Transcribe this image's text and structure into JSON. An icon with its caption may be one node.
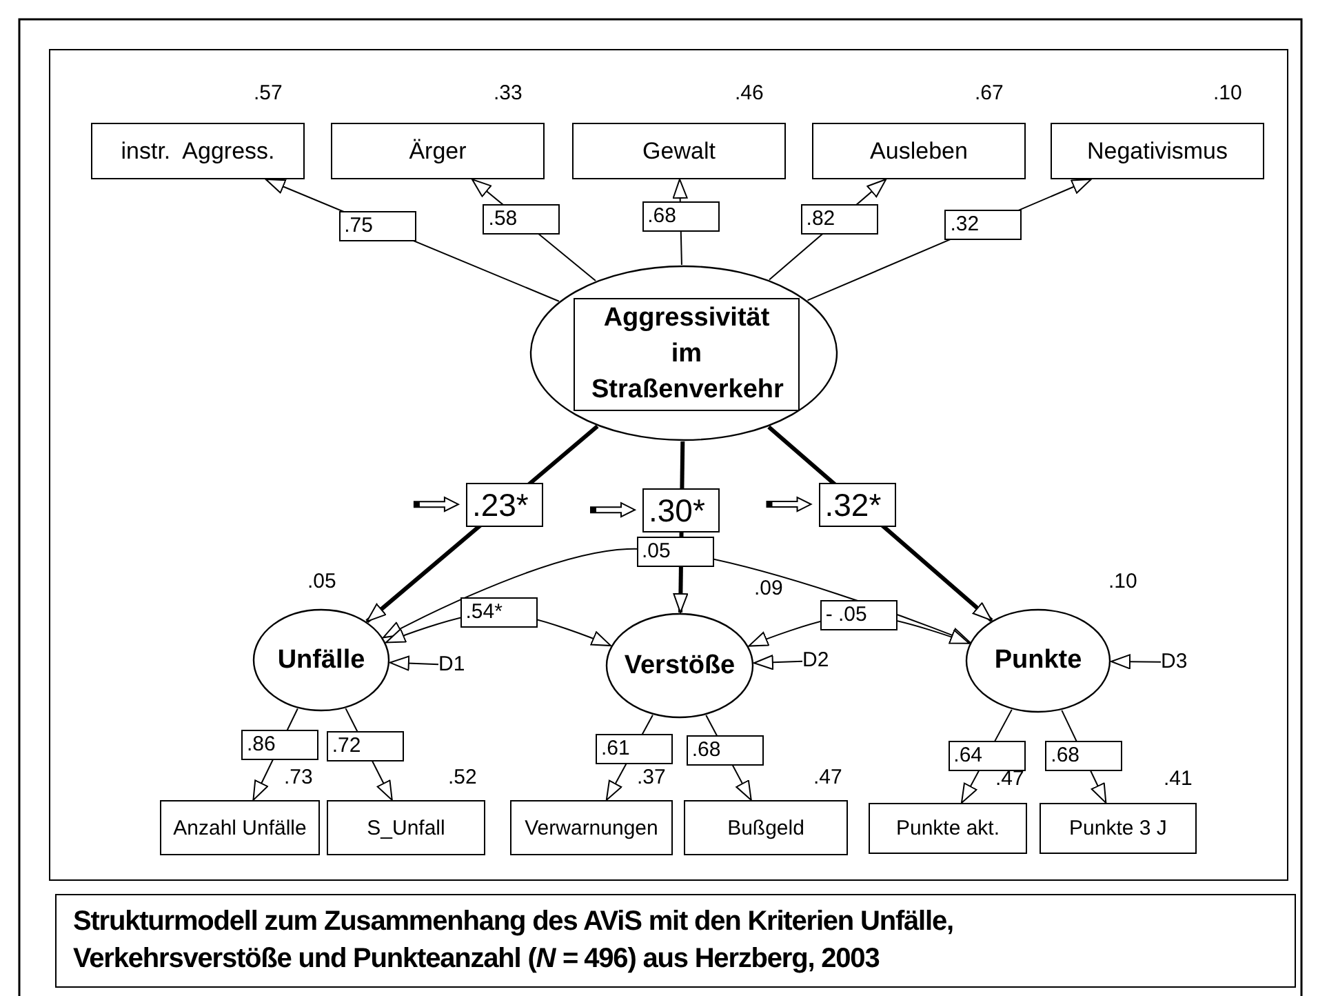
{
  "diagram": {
    "caption": "Strukturmodell zum Zusammenhang des AViS mit den Kriterien Unfälle, Verkehrsverstöße und Punkteanzahl (*N =* 496) aus Herzberg, 2003",
    "nodes": [
      {
        "text": [
          "Aggressivität im Straßenverkehr"
        ]
      },
      {
        "text": [
          "instr.  Aggress."
        ],
        "beside": [
          ".57"
        ]
      },
      {
        "text": [
          "Ärger"
        ],
        "beside": [
          ".33"
        ]
      },
      {
        "text": [
          "Gewalt"
        ],
        "beside": [
          ".46"
        ]
      },
      {
        "text": [
          "Ausleben"
        ],
        "beside": [
          ".67"
        ]
      },
      {
        "text": [
          "Negativismus"
        ],
        "beside": [
          ".10"
        ]
      },
      {
        "text": [
          "Unfälle"
        ],
        "beside": [
          ".05"
        ]
      },
      {
        "text": [
          "Verstöße"
        ],
        "beside": [
          ".09"
        ]
      },
      {
        "text": [
          "Punkte"
        ],
        "beside": [
          ".10"
        ]
      },
      {
        "text": [
          "D1"
        ]
      },
      {
        "text": [
          "D2"
        ]
      },
      {
        "text": [
          "D3"
        ]
      },
      {
        "text": [
          "Anzahl Unfälle"
        ],
        "beside": [
          ".73"
        ]
      },
      {
        "text": [
          "S_Unfall"
        ],
        "beside": [
          ".52"
        ]
      },
      {
        "text": [
          "Verwarnungen"
        ],
        "beside": [
          ".37"
        ]
      },
      {
        "text": [
          "Bußgeld"
        ],
        "beside": [
          ".47"
        ]
      },
      {
        "text": [
          "Punkte akt."
        ],
        "beside": [
          ".47"
        ]
      },
      {
        "text": [
          "Punkte 3 J"
        ],
        "beside": [
          ".41"
        ]
      }
    ],
    "edges": [
      {
        "from": 0,
        "to": 1,
        "arrow": "to",
        "label": ".75"
      },
      {
        "from": 0,
        "to": 2,
        "arrow": "to",
        "label": ".58"
      },
      {
        "from": 0,
        "to": 3,
        "arrow": "to",
        "label": ".68"
      },
      {
        "from": 0,
        "to": 4,
        "arrow": "to",
        "label": ".82"
      },
      {
        "from": 0,
        "to": 5,
        "arrow": "to",
        "label": ".32"
      },
      {
        "from": 0,
        "to": 6,
        "arrow": "to",
        "label": ".23*",
        "style": "thick"
      },
      {
        "from": 0,
        "to": 7,
        "arrow": "to",
        "label": ".30*",
        "style": "thick"
      },
      {
        "from": 0,
        "to": 8,
        "arrow": "to",
        "label": ".32*",
        "style": "thick"
      },
      {
        "from": 6,
        "to": 8,
        "arrow": "both",
        "label": ".05"
      },
      {
        "from": 6,
        "to": 7,
        "arrow": "both",
        "label": ".54*"
      },
      {
        "from": 7,
        "to": 8,
        "arrow": "both",
        "label": "- .05"
      },
      {
        "from": 9,
        "to": 6,
        "arrow": "to"
      },
      {
        "from": 10,
        "to": 7,
        "arrow": "to"
      },
      {
        "from": 11,
        "to": 8,
        "arrow": "to"
      },
      {
        "from": 6,
        "to": 12,
        "arrow": "to",
        "label": ".86"
      },
      {
        "from": 6,
        "to": 13,
        "arrow": "to",
        "label": ".72"
      },
      {
        "from": 7,
        "to": 14,
        "arrow": "to",
        "label": ".61"
      },
      {
        "from": 7,
        "to": 15,
        "arrow": "to",
        "label": ".68"
      },
      {
        "from": 8,
        "to": 16,
        "arrow": "to",
        "label": ".64"
      },
      {
        "from": 8,
        "to": 17,
        "arrow": "to",
        "label": ".68"
      }
    ]
  }
}
